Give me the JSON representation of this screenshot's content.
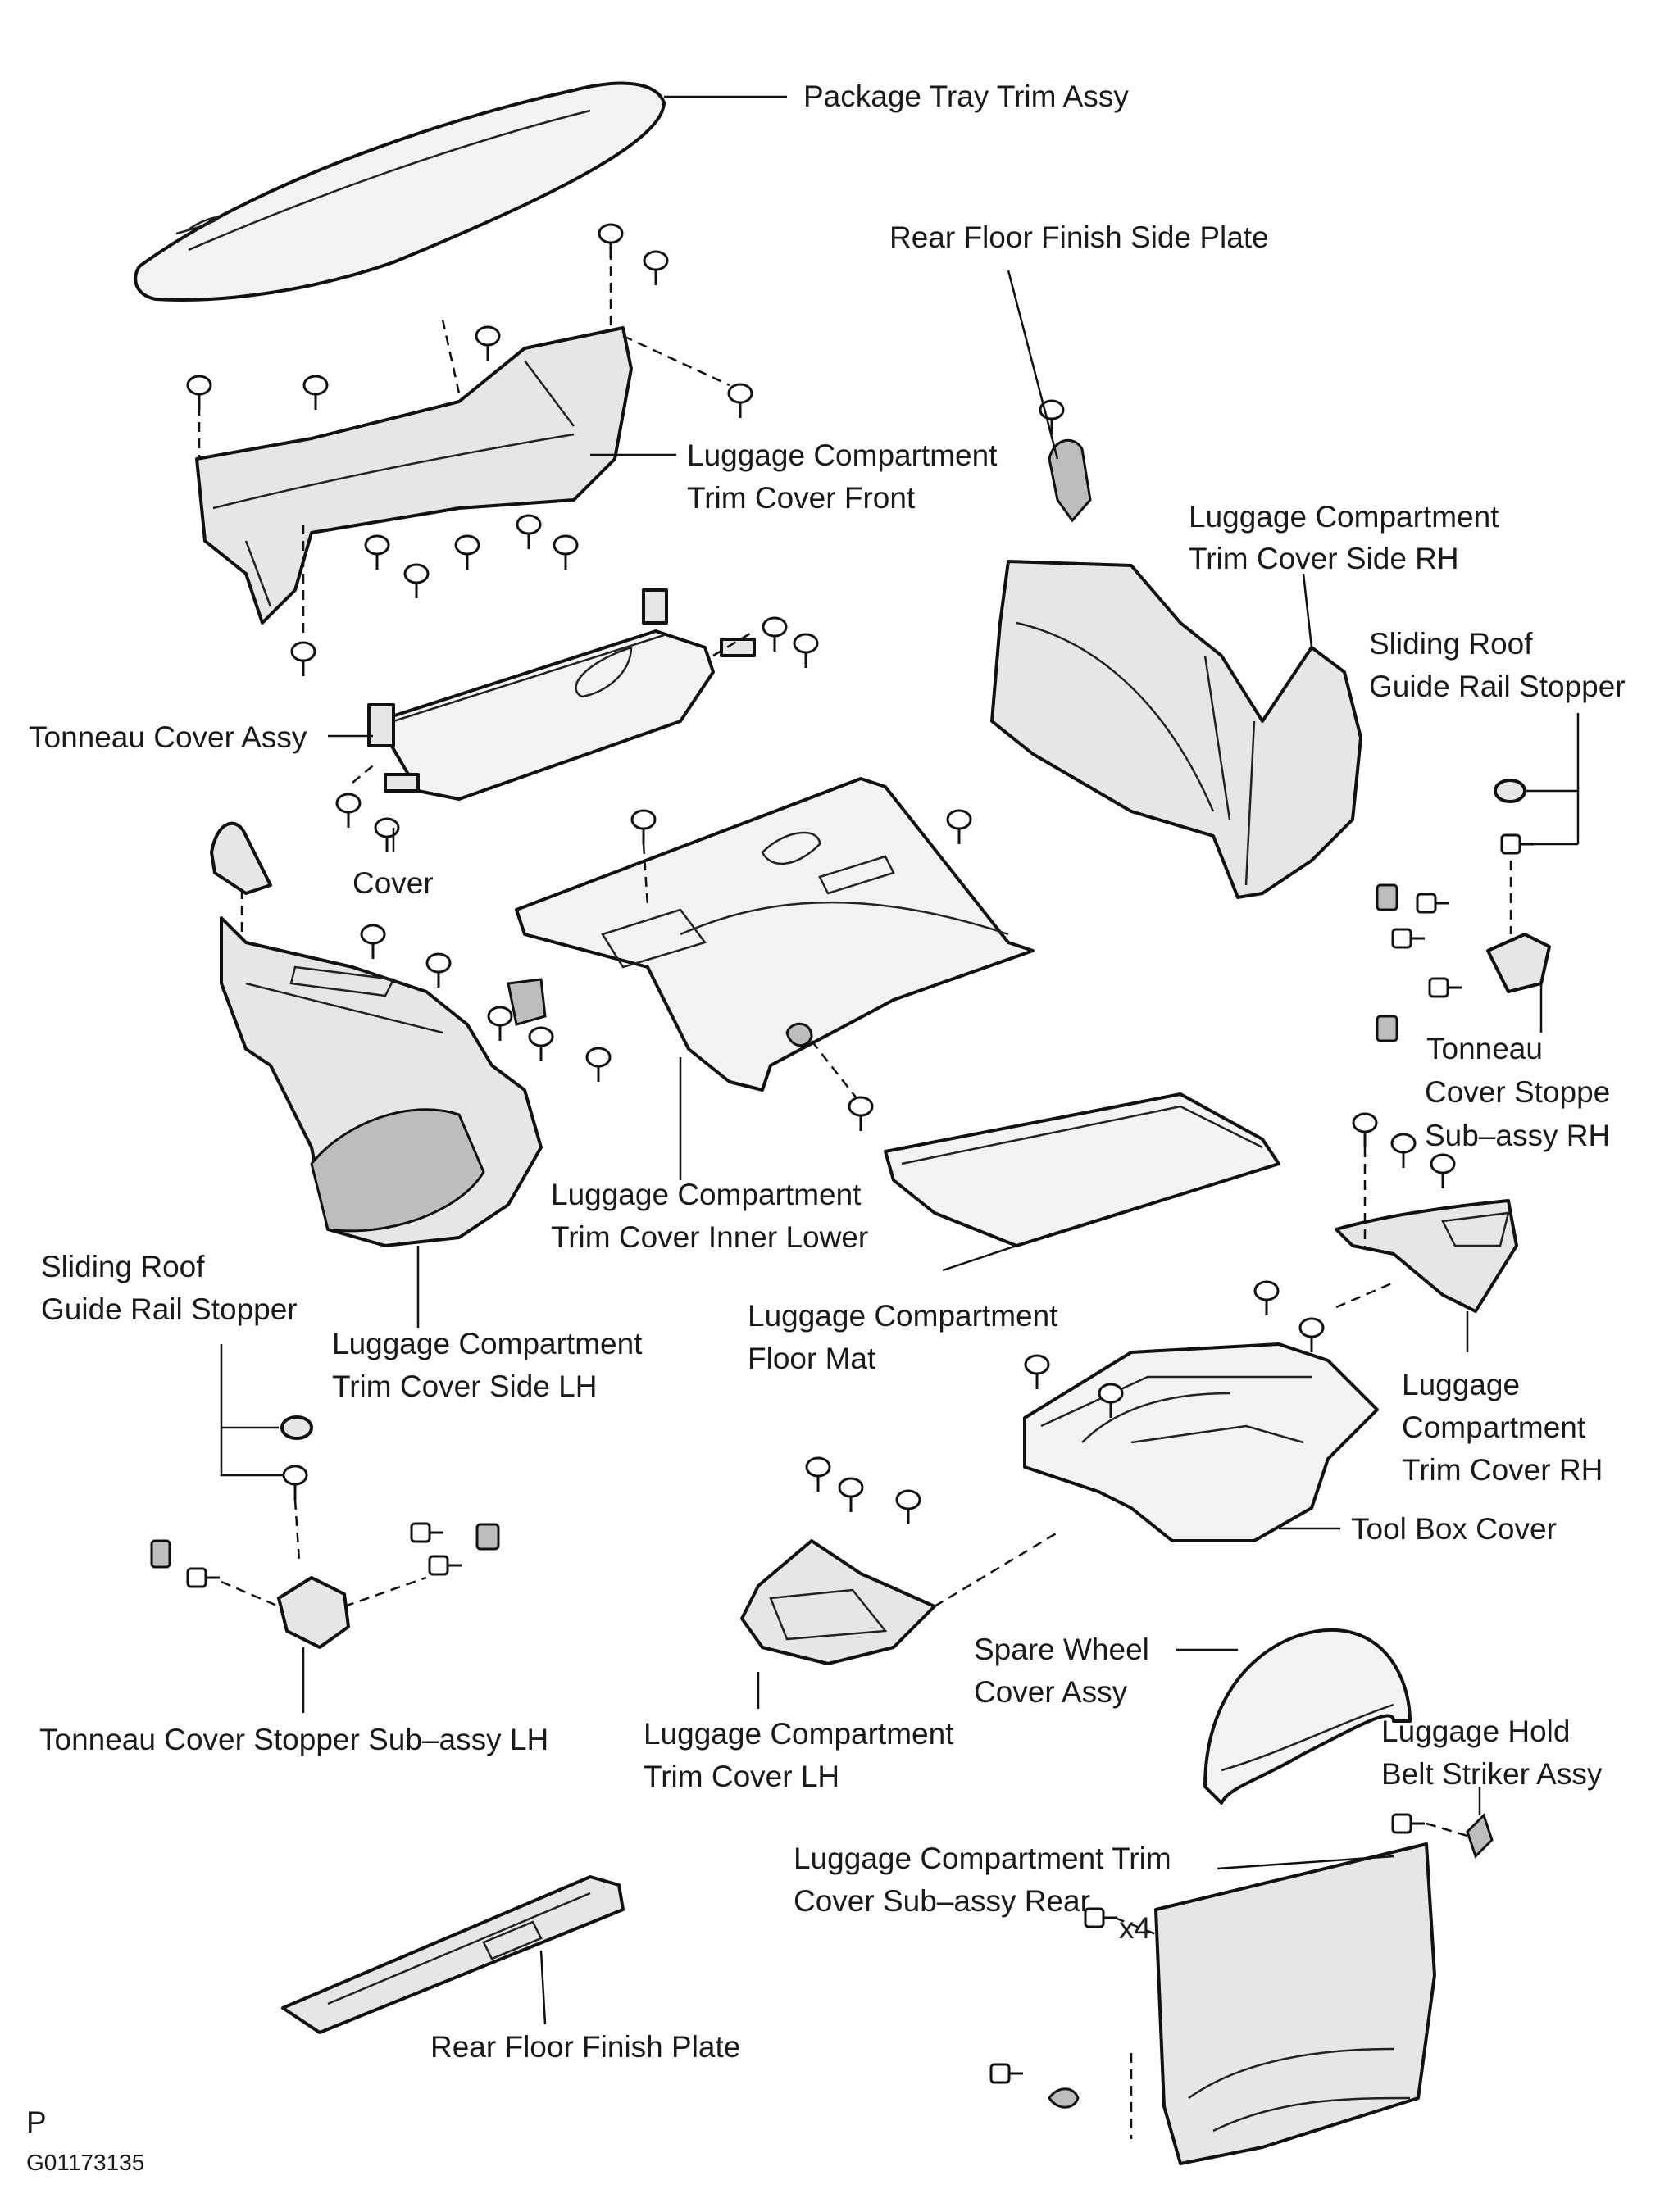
{
  "labels": {
    "package_tray": "Package Tray Trim Assy",
    "rear_floor_side_plate": "Rear Floor Finish Side Plate",
    "trim_front_1": "Luggage Compartment",
    "trim_front_2": "Trim Cover Front",
    "trim_side_rh_1": "Luggage Compartment",
    "trim_side_rh_2": "Trim Cover Side RH",
    "stopper_rh_1": "Sliding Roof",
    "stopper_rh_2": "Guide Rail Stopper",
    "tonneau_cover": "Tonneau Cover Assy",
    "cover": "Cover",
    "tonneau_stopper_rh_1": "Tonneau",
    "tonneau_stopper_rh_2": "Cover Stoppe",
    "tonneau_stopper_rh_3": "Sub–assy RH",
    "inner_lower_1": "Luggage Compartment",
    "inner_lower_2": "Trim Cover Inner Lower",
    "stopper_lh_1": "Sliding Roof",
    "stopper_lh_2": "Guide Rail Stopper",
    "trim_side_lh_1": "Luggage Compartment",
    "trim_side_lh_2": "Trim Cover Side LH",
    "floor_mat_1": "Luggage Compartment",
    "floor_mat_2": "Floor Mat",
    "trim_rh_1": "Luggage",
    "trim_rh_2": "Compartment",
    "trim_rh_3": "Trim Cover RH",
    "tool_box": "Tool Box Cover",
    "tonneau_stopper_lh": "Tonneau Cover Stopper Sub–assy LH",
    "trim_lh_1": "Luggage Compartment",
    "trim_lh_2": "Trim Cover LH",
    "spare_wheel_1": "Spare Wheel",
    "spare_wheel_2": "Cover Assy",
    "belt_striker_1": "Luggage Hold",
    "belt_striker_2": "Belt Striker Assy",
    "trim_rear_1": "Luggage Compartment Trim",
    "trim_rear_2": "Cover Sub–assy Rear",
    "quantity": "x4",
    "rear_floor_plate": "Rear Floor Finish Plate",
    "corner_letter": "P",
    "figure_code": "G01173135"
  }
}
